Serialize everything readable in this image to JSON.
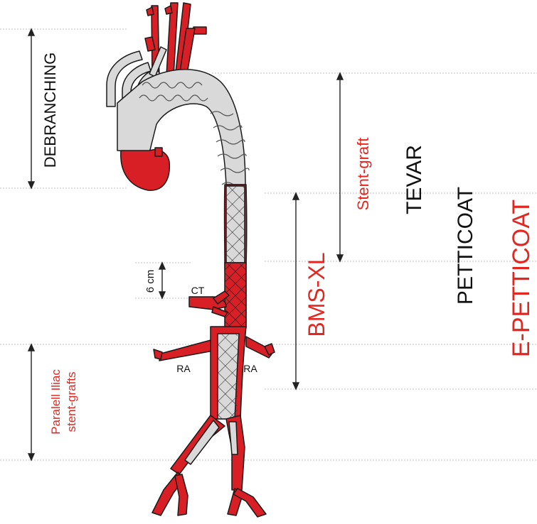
{
  "colors": {
    "vessel_red": "#d81f26",
    "graft_gray": "#d9d9d9",
    "outline": "#1a1a1a",
    "label_red": "#e3261f",
    "label_black": "#111111",
    "guide_line": "#bfbfbf"
  },
  "labels": {
    "debranching": "DEBRANCHING",
    "stent_graft": "Stent-graft",
    "tevar": "TEVAR",
    "bms_xl": "BMS-XL",
    "petticoat": "PETTICOAT",
    "e_petticoat": "E-PETTICOAT",
    "six_cm": "6 cm",
    "ct": "CT",
    "ra_left": "RA",
    "ra_right": "RA",
    "iliac_line1": "Paralell Iliac",
    "iliac_line2": "stent-grafts"
  }
}
